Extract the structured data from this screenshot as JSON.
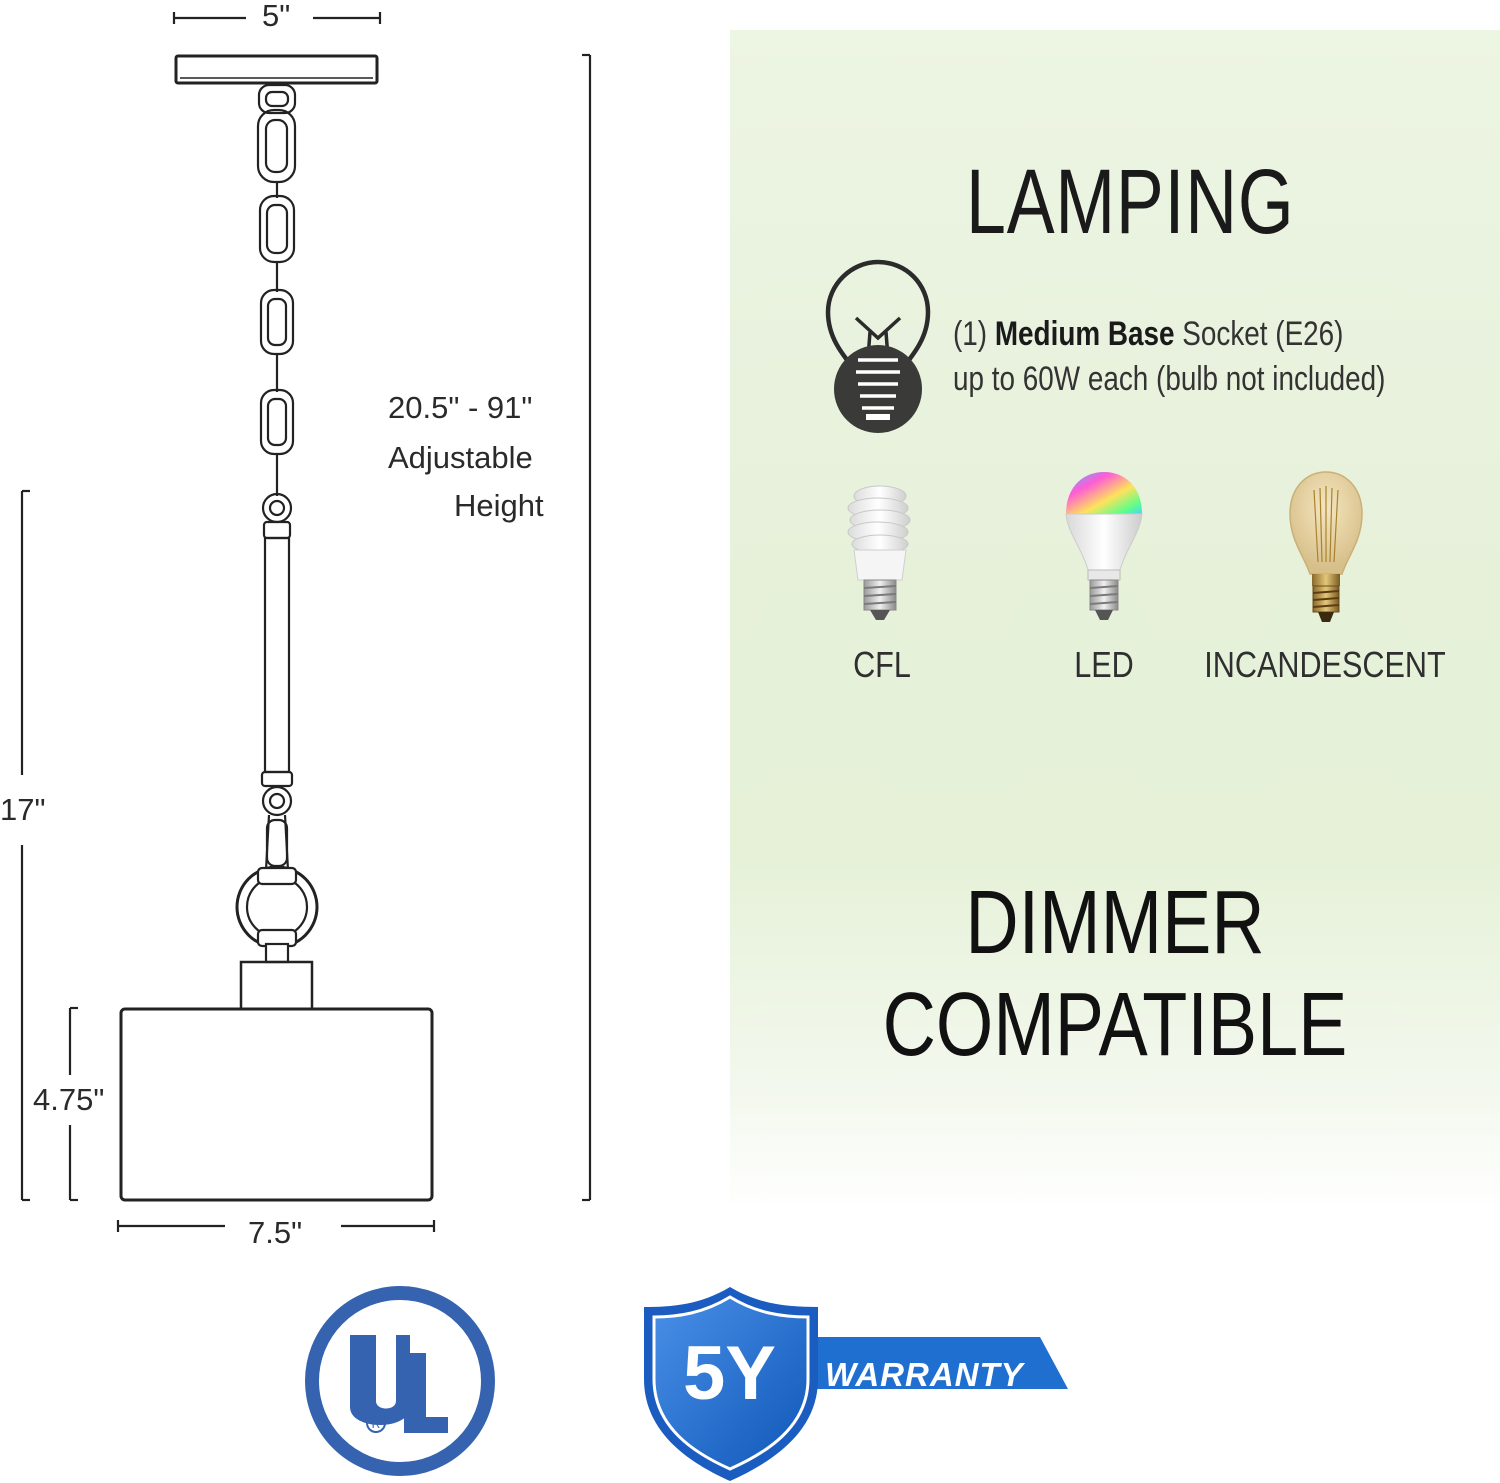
{
  "dimensions": {
    "canopy_width": "5\"",
    "overall_height": "20.5\" - 91\"",
    "adjustable_label": "Adjustable",
    "height_label": "Height",
    "fixture_height": "17\"",
    "shade_height": "4.75\"",
    "shade_width": "7.5\""
  },
  "lamping": {
    "title": "LAMPING",
    "socket_count": "(1) ",
    "socket_type": "Medium Base",
    "socket_rest": " Socket (E26)",
    "wattage": "up to 60W each (bulb not included)",
    "bulbs": [
      {
        "label": "CFL",
        "icon": "cfl-bulb-icon"
      },
      {
        "label": "LED",
        "icon": "led-bulb-icon"
      },
      {
        "label": "INCANDESCENT",
        "icon": "incandescent-bulb-icon"
      }
    ]
  },
  "dimmer": {
    "line1": "DIMMER",
    "line2": "COMPATIBLE"
  },
  "badges": {
    "ul_logo": "UL",
    "ul_registered": "R",
    "warranty_years": "5Y",
    "warranty_text": "WARRANTY"
  },
  "colors": {
    "panel_green": "#e7f1db",
    "ul_blue": "#3563b0",
    "warranty_blue": "#1f6fd0",
    "bulb_icon_dark": "#3a3b38"
  }
}
